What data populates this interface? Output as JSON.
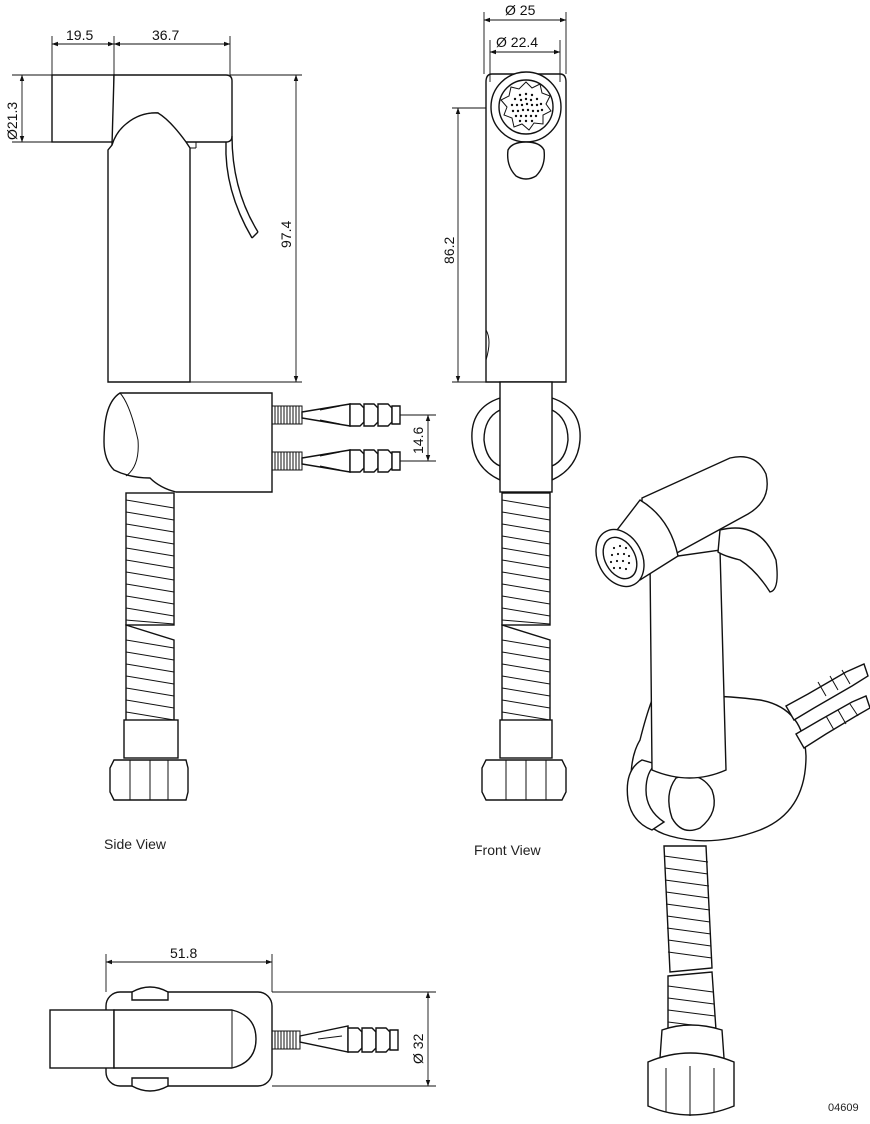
{
  "views": {
    "side_caption": "Side View",
    "front_caption": "Front View"
  },
  "dimensions": {
    "side_inlet_length": "19.5",
    "side_head_length": "36.7",
    "side_inlet_diameter": "Ø21.3",
    "side_total_height": "97.4",
    "side_connector_spacing": "14.6",
    "front_outer_diameter": "Ø 25",
    "front_inner_diameter": "Ø 22.4",
    "front_body_height": "86.2",
    "top_width": "51.8",
    "top_diameter": "Ø 32"
  },
  "drawing_code": "04609"
}
